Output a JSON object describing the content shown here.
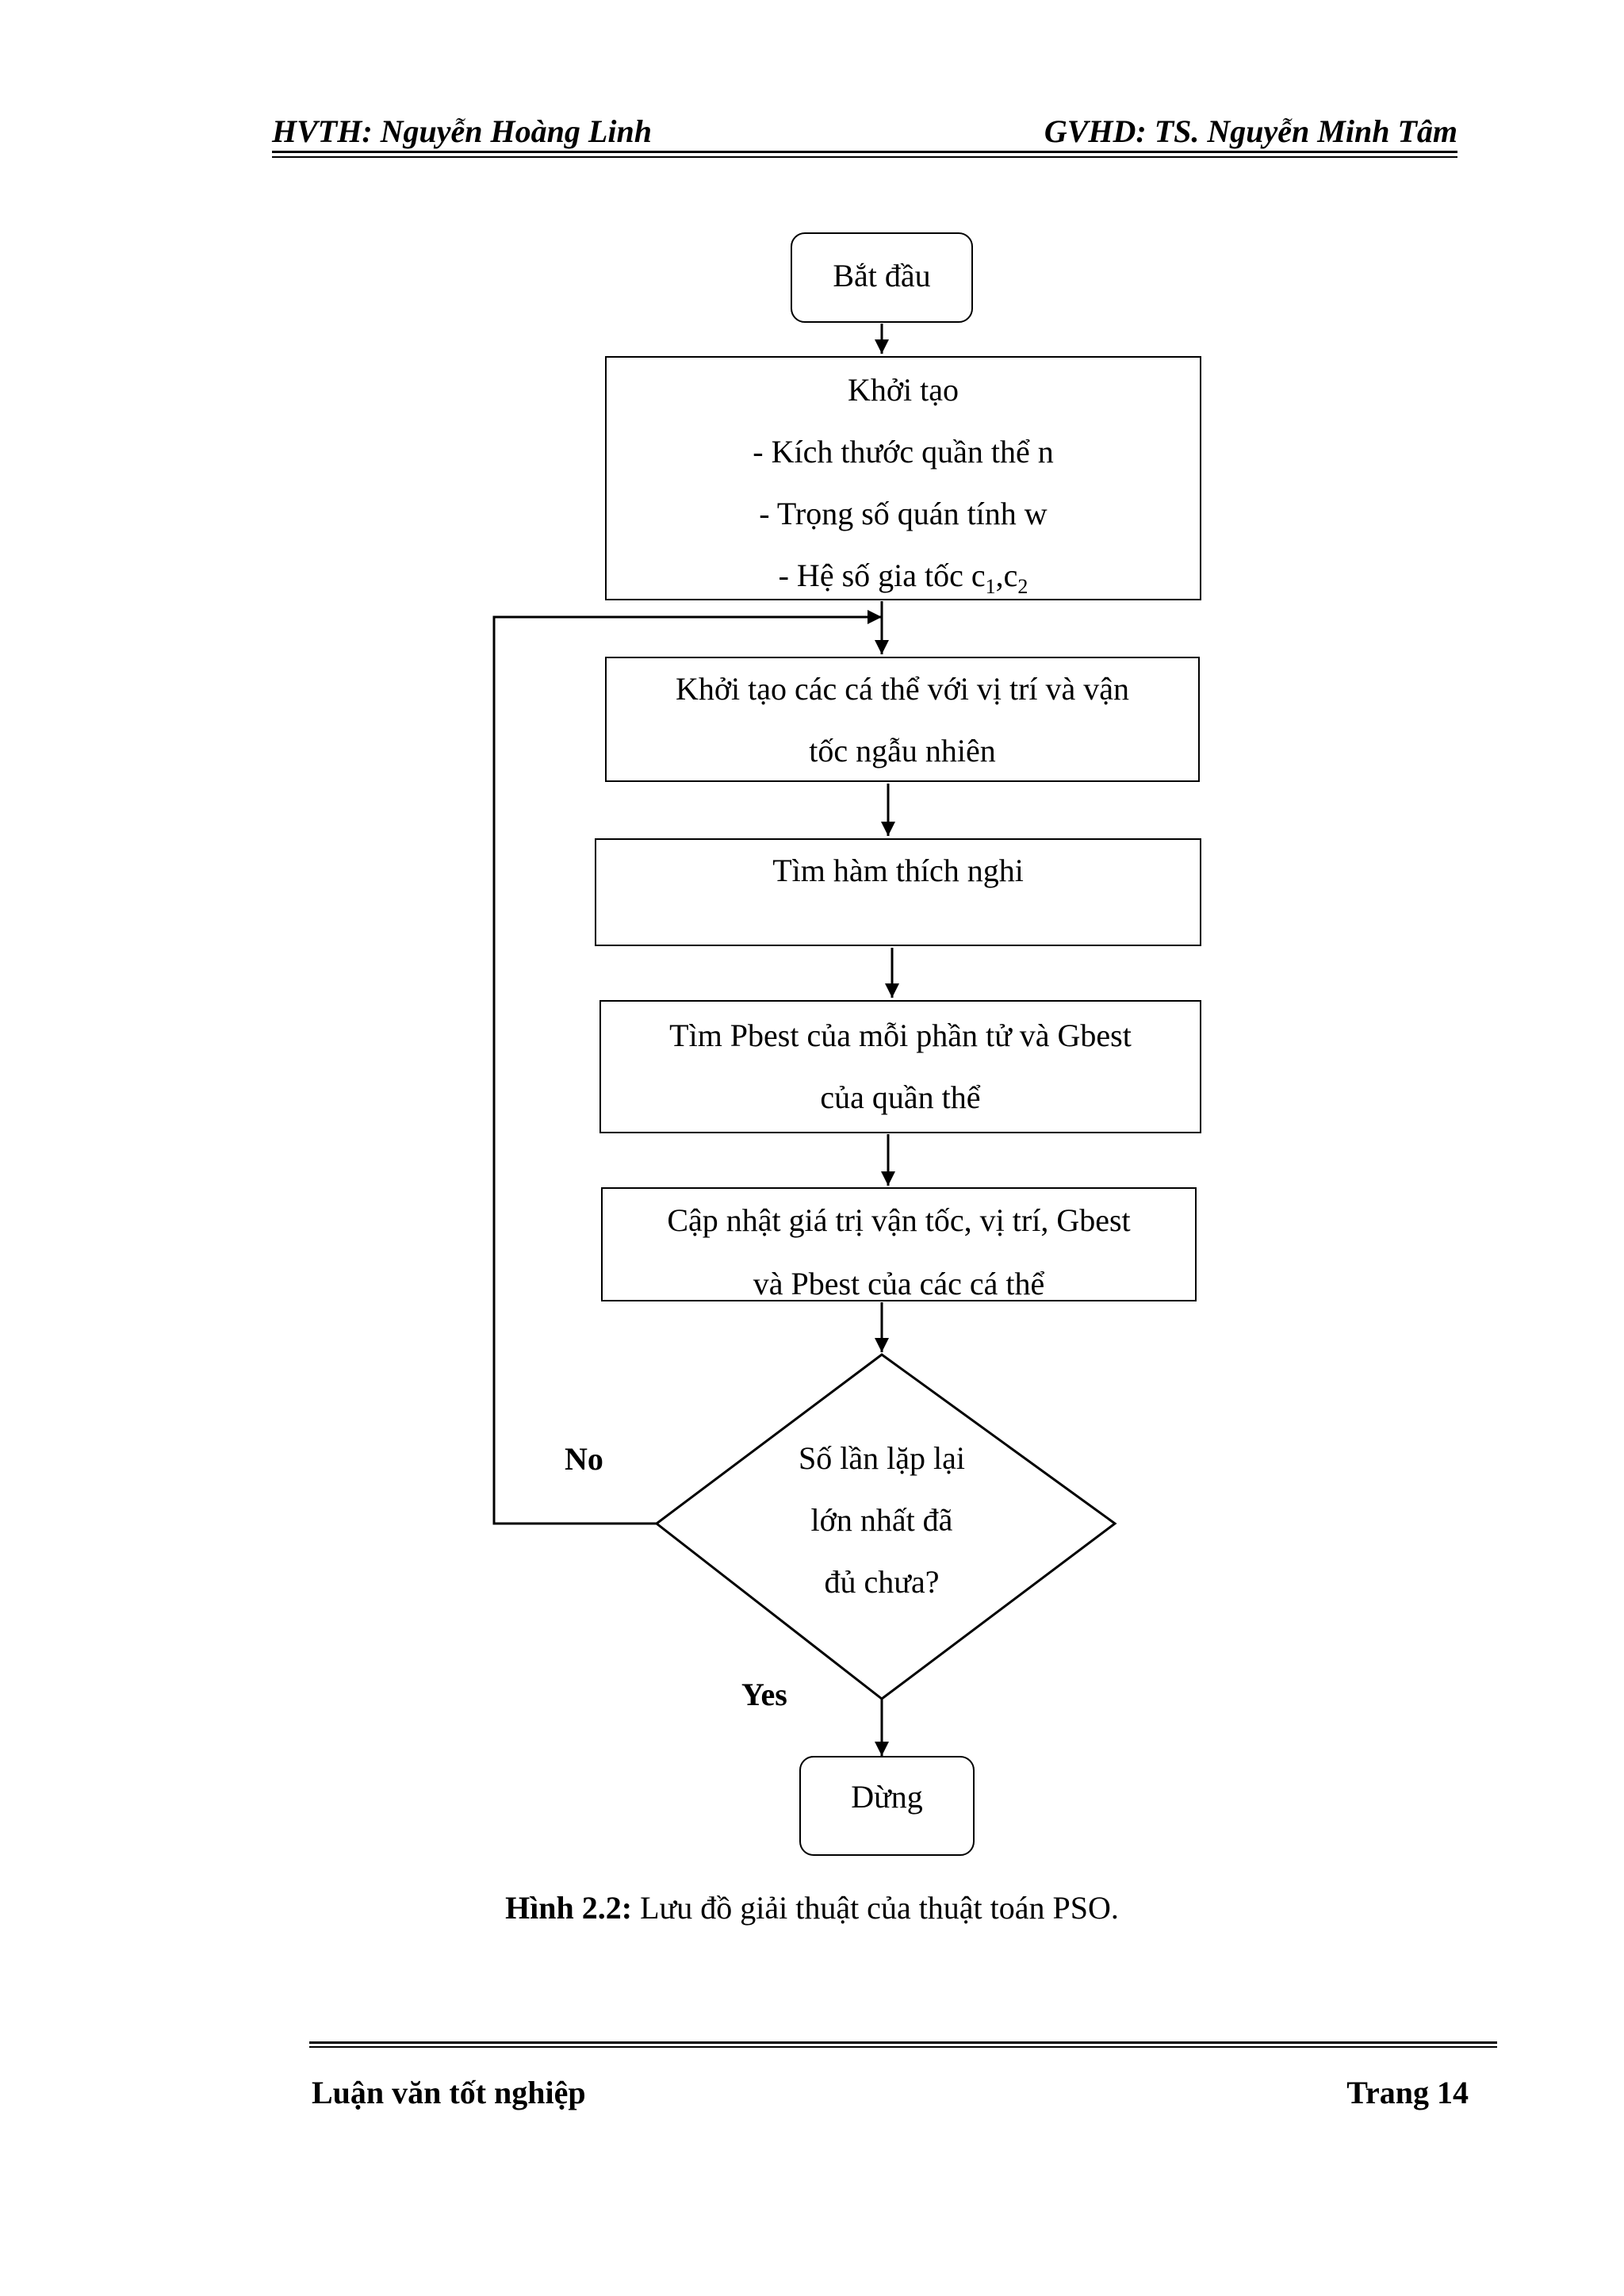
{
  "header": {
    "left": "HVTH: Nguyễn Hoàng Linh",
    "right": "GVHD: TS. Nguyễn Minh Tâm"
  },
  "flowchart": {
    "start": "Bắt đầu",
    "init": {
      "title": "Khởi tạo",
      "items": [
        "- Kích thước quần thể n",
        "- Trọng số quán tính w",
        "- Hệ số gia tốc c"
      ],
      "c_sub1": "1",
      "c_sep": ",c",
      "c_sub2": "2"
    },
    "init_particles": [
      "Khởi tạo các cá thể với vị trí và vận",
      "tốc ngẫu nhiên"
    ],
    "fitness": "Tìm hàm thích nghi",
    "find_best": [
      "Tìm Pbest của mỗi phần tử và Gbest",
      "của quần thể"
    ],
    "update": [
      "Cập nhật giá trị vận tốc, vị trí, Gbest",
      "và Pbest của các cá thể"
    ],
    "decision": [
      "Số lần lặp lại",
      "lớn nhất đã",
      "đủ chưa?"
    ],
    "no_label": "No",
    "yes_label": "Yes",
    "stop": "Dừng"
  },
  "caption": {
    "label": "Hình 2.2:",
    "text": " Lưu đồ giải thuật của thuật toán PSO."
  },
  "footer": {
    "left": "Luận văn tốt nghiệp",
    "right": "Trang 14"
  }
}
